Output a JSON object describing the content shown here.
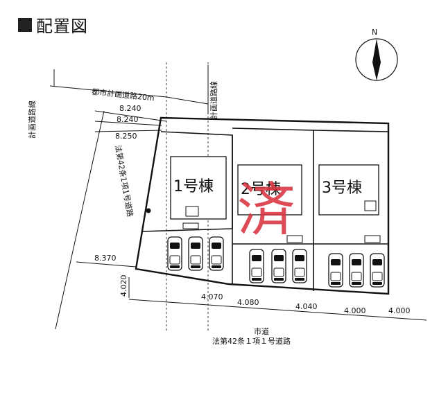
{
  "title": "配置図",
  "north": "N",
  "roads": {
    "top_label": "都市計画道路20m",
    "left_label": "計画道路線",
    "right_label": "計画道路線",
    "vertical_label": "法第42条1項1号道路",
    "bottom_label1": "市道",
    "bottom_label2": "法第42条１項１号道路"
  },
  "dims": {
    "d1": "8.240",
    "d2": "8.240",
    "d3": "8.250",
    "d4": "8.370",
    "d5": "4.020",
    "d6": "4.070",
    "d7": "4.080",
    "d8": "4.040",
    "d9": "4.000",
    "d10": "4.000"
  },
  "buildings": [
    {
      "label": "1号棟"
    },
    {
      "label": "2号棟"
    },
    {
      "label": "3号棟"
    }
  ],
  "sold_stamp": "済",
  "stamp_color": "#d9343f"
}
